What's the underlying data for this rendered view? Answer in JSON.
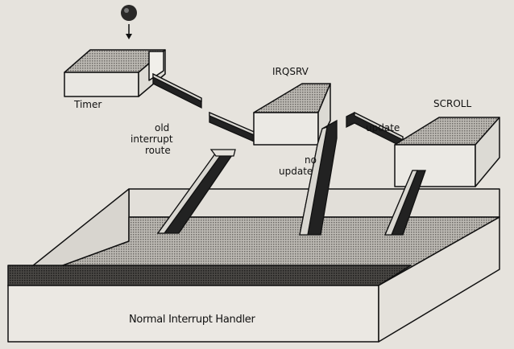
{
  "diagram": {
    "labels": {
      "timer": "Timer",
      "irqsrv": "IRQSRV",
      "scroll": "SCROLL",
      "update": "update",
      "old_route_1": "old",
      "old_route_2": "interrupt",
      "old_route_3": "route",
      "no_update_1": "no",
      "no_update_2": "update",
      "handler": "Normal Interrupt Handler"
    }
  }
}
